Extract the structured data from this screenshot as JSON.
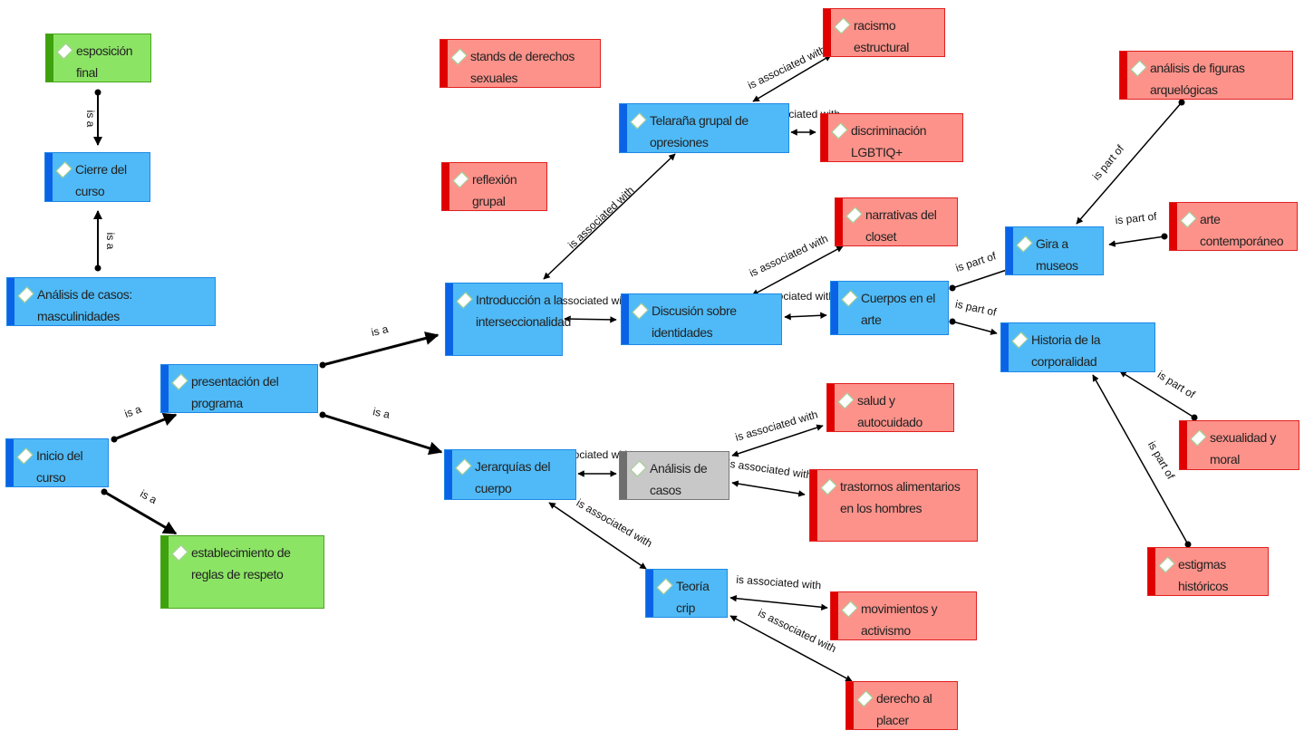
{
  "nodes": [
    {
      "id": "n1",
      "label": "esposición final",
      "color": "green"
    },
    {
      "id": "n2",
      "label": "Cierre del curso",
      "color": "blue"
    },
    {
      "id": "n3",
      "label": "Análisis de casos: masculinidades",
      "color": "blue"
    },
    {
      "id": "n4",
      "label": "presentación del programa",
      "color": "blue"
    },
    {
      "id": "n5",
      "label": "Inicio del curso",
      "color": "blue"
    },
    {
      "id": "n6",
      "label": "establecimiento de reglas de respeto",
      "color": "green"
    },
    {
      "id": "n7",
      "label": "stands de derechos sexuales",
      "color": "red"
    },
    {
      "id": "n8",
      "label": "reflexión grupal",
      "color": "red"
    },
    {
      "id": "n9",
      "label": "Introducción a la interseccionalidad",
      "color": "blue"
    },
    {
      "id": "n10",
      "label": "Jerarquías del cuerpo",
      "color": "blue"
    },
    {
      "id": "n11",
      "label": "Telaraña grupal de opresiones",
      "color": "blue"
    },
    {
      "id": "n12",
      "label": "racismo estructural",
      "color": "red"
    },
    {
      "id": "n13",
      "label": "discriminación LGBTIQ+",
      "color": "red"
    },
    {
      "id": "n14",
      "label": "Discusión sobre identidades",
      "color": "blue"
    },
    {
      "id": "n15",
      "label": "narrativas del closet",
      "color": "red"
    },
    {
      "id": "n16",
      "label": "Cuerpos en el arte",
      "color": "blue"
    },
    {
      "id": "n17",
      "label": "Análisis de casos",
      "color": "gray"
    },
    {
      "id": "n18",
      "label": "salud y autocuidado",
      "color": "red"
    },
    {
      "id": "n19",
      "label": "trastornos alimentarios en los hombres",
      "color": "red"
    },
    {
      "id": "n20",
      "label": "Teoría crip",
      "color": "blue"
    },
    {
      "id": "n21",
      "label": "movimientos y activismo",
      "color": "red"
    },
    {
      "id": "n22",
      "label": "derecho al placer",
      "color": "red"
    },
    {
      "id": "n23",
      "label": "Gira a museos",
      "color": "blue"
    },
    {
      "id": "n24",
      "label": "Historia de la corporalidad",
      "color": "blue"
    },
    {
      "id": "n25",
      "label": "análisis de figuras arquelógicas",
      "color": "red"
    },
    {
      "id": "n26",
      "label": "arte contemporáneo",
      "color": "red"
    },
    {
      "id": "n27",
      "label": "sexualidad y moral",
      "color": "red"
    },
    {
      "id": "n28",
      "label": "estigmas históricos",
      "color": "red"
    }
  ],
  "edges": [
    {
      "from": "n1",
      "to": "n2",
      "label": "is a",
      "kind": "isa"
    },
    {
      "from": "n3",
      "to": "n2",
      "label": "is a",
      "kind": "isa"
    },
    {
      "from": "n5",
      "to": "n4",
      "label": "is a",
      "kind": "isa"
    },
    {
      "from": "n5",
      "to": "n6",
      "label": "is a",
      "kind": "isa"
    },
    {
      "from": "n4",
      "to": "n9",
      "label": "is a",
      "kind": "isa"
    },
    {
      "from": "n4",
      "to": "n10",
      "label": "is a",
      "kind": "isa"
    },
    {
      "from": "n9",
      "to": "n11",
      "label": "is associated with",
      "kind": "assoc"
    },
    {
      "from": "n9",
      "to": "n14",
      "label": "associated with",
      "kind": "assoc"
    },
    {
      "from": "n11",
      "to": "n12",
      "label": "is associated with",
      "kind": "assoc"
    },
    {
      "from": "n11",
      "to": "n13",
      "label": "associated with",
      "kind": "assoc"
    },
    {
      "from": "n14",
      "to": "n15",
      "label": "is associated with",
      "kind": "assoc"
    },
    {
      "from": "n14",
      "to": "n16",
      "label": "associated with",
      "kind": "assoc"
    },
    {
      "from": "n10",
      "to": "n17",
      "label": "associated with",
      "kind": "assoc"
    },
    {
      "from": "n10",
      "to": "n20",
      "label": "is associated with",
      "kind": "assoc"
    },
    {
      "from": "n17",
      "to": "n18",
      "label": "is associated with",
      "kind": "assoc"
    },
    {
      "from": "n17",
      "to": "n19",
      "label": "is associated with",
      "kind": "assoc"
    },
    {
      "from": "n20",
      "to": "n21",
      "label": "is associated with",
      "kind": "assoc"
    },
    {
      "from": "n20",
      "to": "n22",
      "label": "is associated with",
      "kind": "assoc"
    },
    {
      "from": "n16",
      "to": "n23",
      "label": "is part of",
      "kind": "part"
    },
    {
      "from": "n16",
      "to": "n24",
      "label": "is part of",
      "kind": "part"
    },
    {
      "from": "n25",
      "to": "n23",
      "label": "is part of",
      "kind": "part"
    },
    {
      "from": "n26",
      "to": "n23",
      "label": "is part of",
      "kind": "part"
    },
    {
      "from": "n27",
      "to": "n24",
      "label": "is part of",
      "kind": "part"
    },
    {
      "from": "n28",
      "to": "n24",
      "label": "is part of",
      "kind": "part"
    }
  ]
}
